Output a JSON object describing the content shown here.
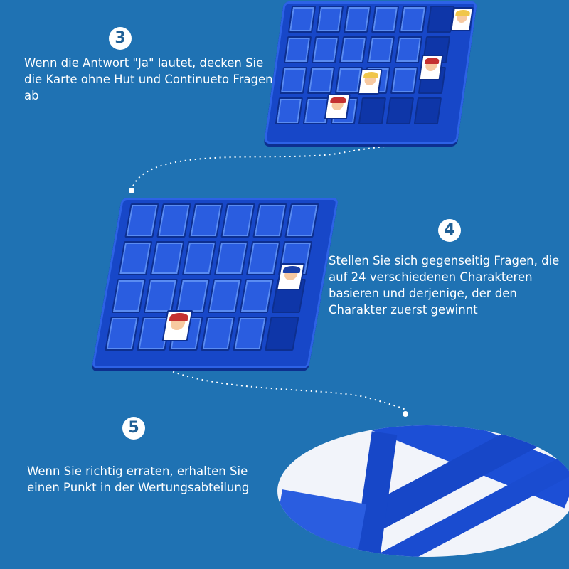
{
  "steps": [
    {
      "number": "3",
      "text": "Wenn die Antwort \"Ja\" lautet, decken Sie die Karte ohne Hut und Continueto Fragen ab"
    },
    {
      "number": "4",
      "text": "Stellen Sie sich gegenseitig Fragen, die auf 24 verschiedenen Charakteren basieren und derjenige, der den Charakter zuerst gewinnt"
    },
    {
      "number": "5",
      "text": "Wenn Sie richtig erraten, erhalten Sie einen Punkt in der Wertungsabteilung"
    }
  ],
  "colors": {
    "background": "#1f72b3",
    "board": "#1747c8",
    "badge_text": "#1f5f95"
  }
}
